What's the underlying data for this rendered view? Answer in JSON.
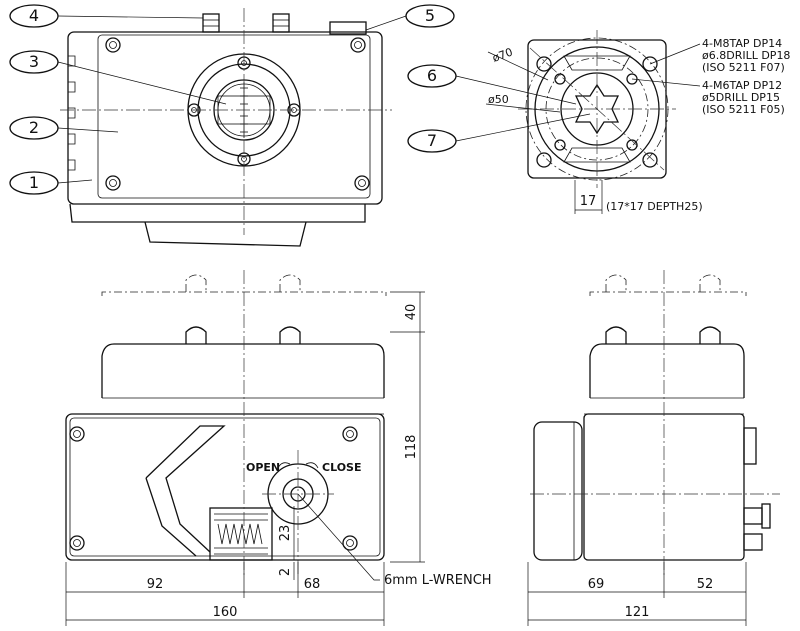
{
  "balloons": [
    "1",
    "2",
    "3",
    "4",
    "5",
    "6",
    "7"
  ],
  "notes": {
    "m8_line1": "4-M8TAP DP14",
    "m8_line2": "ø6.8DRILL DP18",
    "m8_line3": "(ISO 5211 F07)",
    "m6_line1": "4-M6TAP DP12",
    "m6_line2": "ø5DRILL DP15",
    "m6_line3": "(ISO 5211 F05)",
    "d70": "ø70",
    "d50": "ø50",
    "square": "(17*17 DEPTH25)",
    "wrench": "6mm L-WRENCH"
  },
  "labels": {
    "open": "OPEN",
    "close": "CLOSE"
  },
  "dims": {
    "d17": "17",
    "d40": "40",
    "d118": "118",
    "d23": "23",
    "d2": "2",
    "d92": "92",
    "d68": "68",
    "d160": "160",
    "d69": "69",
    "d52": "52",
    "d121": "121"
  }
}
